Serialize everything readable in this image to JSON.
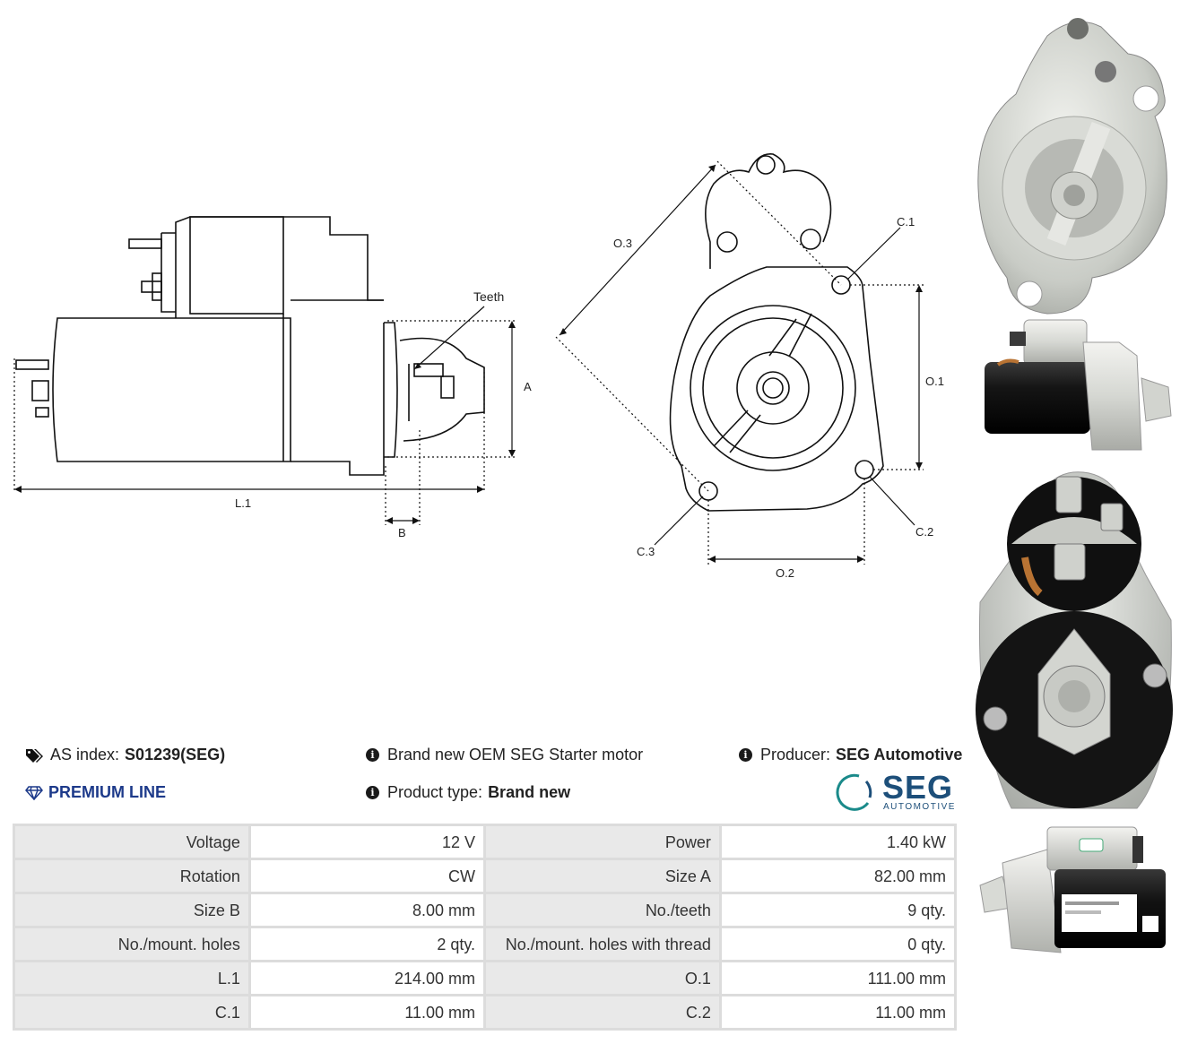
{
  "drawing_labels": {
    "teeth": "Teeth",
    "a": "A",
    "b": "B",
    "l1": "L.1",
    "o1": "O.1",
    "o2": "O.2",
    "o3": "O.3",
    "c1": "C.1",
    "c2": "C.2",
    "c3": "C.3"
  },
  "info": {
    "as_index_label": "AS index:",
    "as_index_value": "S01239(SEG)",
    "premium_line": "PREMIUM LINE",
    "description": "Brand new OEM SEG Starter motor",
    "product_type_label": "Product type:",
    "product_type_value": "Brand new",
    "producer_label": "Producer:",
    "producer_value": "SEG Automotive"
  },
  "logo": {
    "brand": "SEG",
    "sub": "AUTOMOTIVE",
    "color": "#1d4f7a",
    "accent": "#1a8a8a"
  },
  "spec_rows": [
    {
      "l1": "Voltage",
      "v1": "12 V",
      "l2": "Power",
      "v2": "1.40 kW"
    },
    {
      "l1": "Rotation",
      "v1": "CW",
      "l2": "Size A",
      "v2": "82.00 mm"
    },
    {
      "l1": "Size B",
      "v1": "8.00 mm",
      "l2": "No./teeth",
      "v2": "9 qty."
    },
    {
      "l1": "No./mount. holes",
      "v1": "2 qty.",
      "l2": "No./mount. holes with thread",
      "v2": "0 qty."
    },
    {
      "l1": "L.1",
      "v1": "214.00 mm",
      "l2": "O.1",
      "v2": "111.00 mm"
    },
    {
      "l1": "C.1",
      "v1": "11.00 mm",
      "l2": "C.2",
      "v2": "11.00 mm"
    }
  ],
  "photos": [
    "front-flange-view",
    "side-view",
    "rear-terminal-view",
    "side-label-view"
  ]
}
